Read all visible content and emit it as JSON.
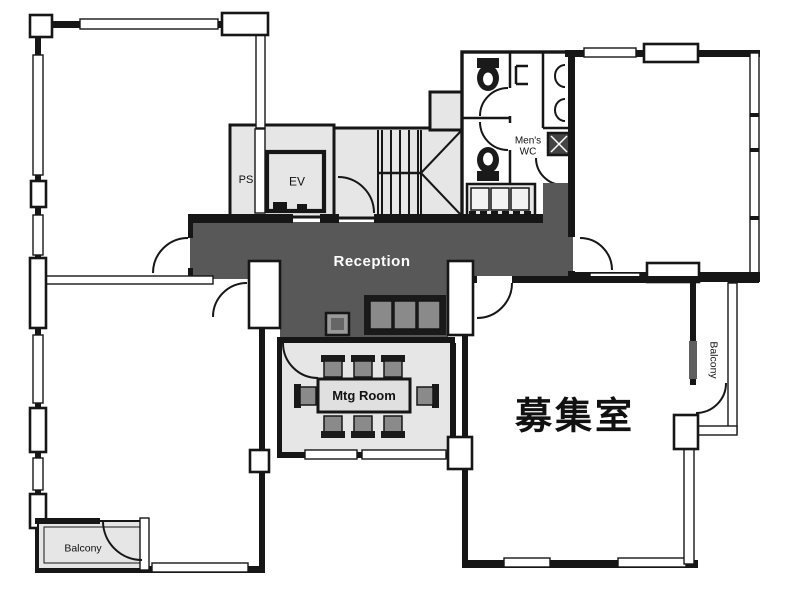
{
  "page": {
    "title": "Office floor plan"
  },
  "colors": {
    "wall": "#161616",
    "core": "#e6e6e6",
    "reception": "#585858",
    "receptionText": "#ffffff",
    "labelText": "#111111",
    "furniture": "#1a1a1a",
    "cushion": "#8a8a8a",
    "glassDark": "#5f5f5f"
  },
  "rooms": {
    "reception": {
      "label": "Reception"
    },
    "meeting_room": {
      "label": "Mtg Room"
    },
    "vacant_room": {
      "label": "募集室"
    },
    "mens_wc": {
      "line1": "Men's",
      "line2": "WC"
    },
    "elevator": {
      "label": "EV"
    },
    "pipe_space": {
      "label": "PS"
    },
    "balcony_bottom_left": {
      "label": "Balcony"
    },
    "balcony_right": {
      "label": "Balcony"
    }
  }
}
